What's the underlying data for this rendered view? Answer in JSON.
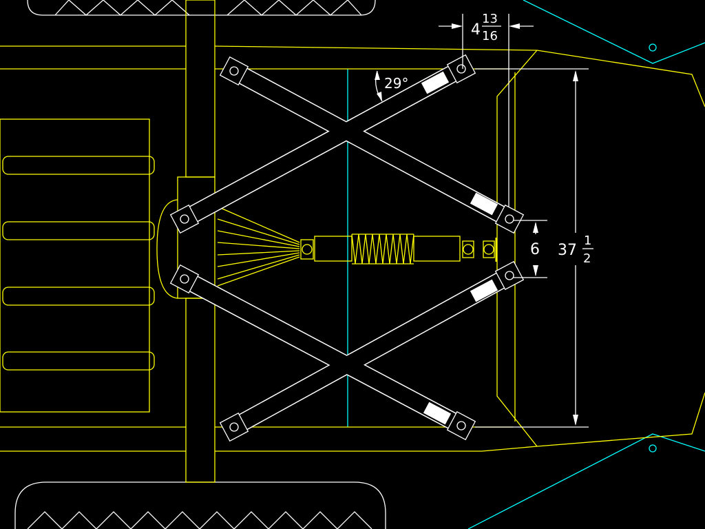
{
  "drawing": {
    "colors": {
      "background": "#000000",
      "frame": "#ffff00",
      "centerline": "#00ffff",
      "links": "#ffffff"
    },
    "dimensions": {
      "offset_whole": "4",
      "offset_num": "13",
      "offset_den": "16",
      "angle": "29°",
      "pivot_spacing": "6",
      "width_whole": "37",
      "width_num": "1",
      "width_den": "2"
    }
  }
}
